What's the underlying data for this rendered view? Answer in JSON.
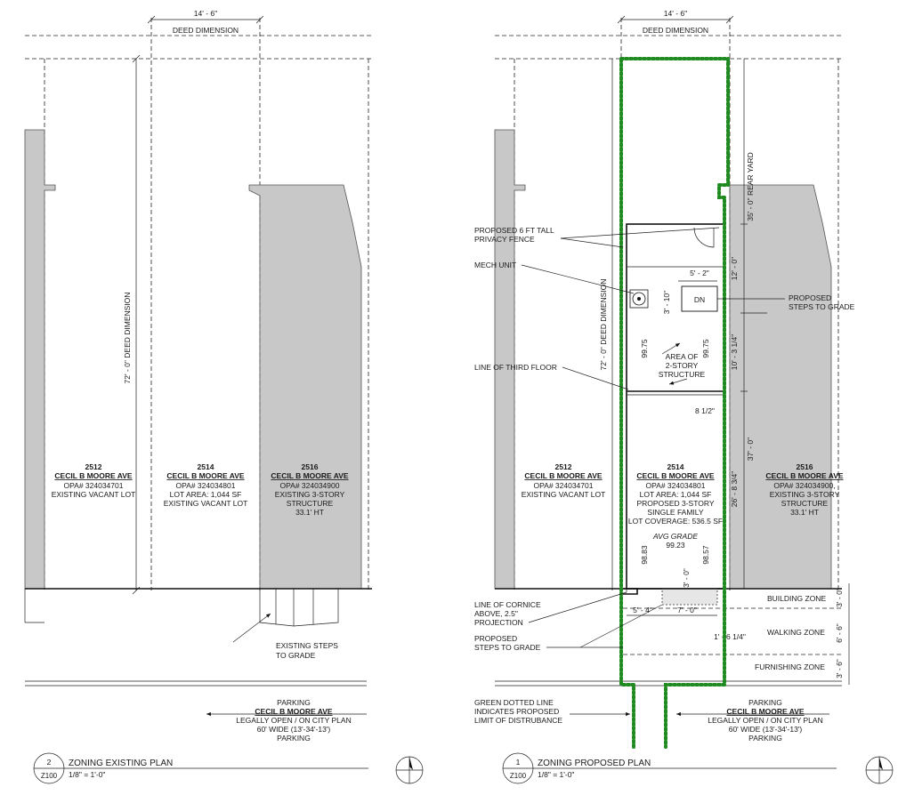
{
  "existing_plan": {
    "deed_width": "14' - 6\"",
    "deed_dimension_label": "DEED DIMENSION",
    "deed_depth": "72' - 0\" DEED DIMENSION",
    "lot_2512": {
      "number": "2512",
      "street": "CECIL B MOORE AVE",
      "opa": "OPA# 324034701",
      "status": "EXISTING VACANT LOT"
    },
    "lot_2514": {
      "number": "2514",
      "street": "CECIL B MOORE AVE",
      "opa": "OPA# 324034801",
      "area": "LOT AREA: 1,044 SF",
      "status": "EXISTING VACANT LOT"
    },
    "lot_2516": {
      "number": "2516",
      "street": "CECIL B MOORE AVE",
      "opa": "OPA# 324034900",
      "status1": "EXISTING 3-STORY",
      "status2": "STRUCTURE",
      "height": "33.1' HT"
    },
    "steps_note1": "EXISTING STEPS",
    "steps_note2": "TO GRADE",
    "street": {
      "line1": "PARKING",
      "name": "CECIL B MOORE AVE",
      "line3": "LEGALLY OPEN / ON CITY PLAN",
      "line4": "60' WIDE (13'-34'-13')",
      "line5": "PARKING"
    },
    "title_number": "2",
    "sheet": "Z100",
    "title": "ZONING EXISTING PLAN",
    "scale": "1/8\" = 1'-0\""
  },
  "proposed_plan": {
    "deed_width": "14' - 6\"",
    "deed_dimension_label": "DEED DIMENSION",
    "deed_depth": "72' - 0\" DEED DIMENSION",
    "notes": {
      "fence1": "PROPOSED 6 FT TALL",
      "fence2": "PRIVACY FENCE",
      "mech": "MECH UNIT",
      "third_floor": "LINE OF THIRD FLOOR",
      "cornice1": "LINE OF CORNICE",
      "cornice2": "ABOVE, 2.5\"",
      "cornice3": "PROJECTION",
      "steps1": "PROPOSED",
      "steps2": "STEPS TO GRADE",
      "green1": "GREEN DOTTED LINE",
      "green2": "INDICATES PROPOSED",
      "green3": "LIMIT OF DISTRUBANCE",
      "prop_steps1": "PROPOSED",
      "prop_steps2": "STEPS TO GRADE",
      "area1": "AREA OF",
      "area2": "2-STORY",
      "area3": "STRUCTURE",
      "dn": "DN",
      "avg_grade": "AVG GRADE",
      "avg_grade_value": "99.23"
    },
    "dims": {
      "rear_yard": "35' - 0\" REAR YARD",
      "d12": "12' - 0\"",
      "d10": "10' - 3 1/4\"",
      "d37": "37' - 0\"",
      "d26": "26' - 8 3/4\"",
      "d5_2": "5' - 2\"",
      "d3_10": "3' - 10\"",
      "d8_half": "8 1/2\"",
      "d3_0": "3' - 0\"",
      "d5_4": "5' - 4\"",
      "d7_0": "7' - 0\"",
      "d1_6": "1' - 6 1/4\"",
      "z3_0": "3' - 0\"",
      "z6_6": "6' - 6\"",
      "z3_6": "3' - 6\"",
      "el1": "99.75",
      "el2": "99.75",
      "el3": "98.83",
      "el4": "98.57"
    },
    "zones": {
      "building": "BUILDING ZONE",
      "walking": "WALKING ZONE",
      "furnishing": "FURNISHING ZONE"
    },
    "lot_2512": {
      "number": "2512",
      "street": "CECIL B MOORE AVE",
      "opa": "OPA# 324034701",
      "status": "EXISTING VACANT LOT"
    },
    "lot_2514": {
      "number": "2514",
      "street": "CECIL B MOORE AVE",
      "opa": "OPA# 324034801",
      "area": "LOT AREA: 1,044 SF",
      "status1": "PROPOSED 3-STORY",
      "status2": "SINGLE FAMILY",
      "coverage": "LOT COVERAGE: 536.5 SF"
    },
    "lot_2516": {
      "number": "2516",
      "street": "CECIL B MOORE AVE",
      "opa": "OPA# 324034900,",
      "status1": "EXISTING 3-STORY",
      "status2": "STRUCTURE",
      "height": "33.1' HT"
    },
    "street": {
      "line1": "PARKING",
      "name": "CECIL B MOORE AVE",
      "line3": "LEGALLY OPEN / ON CITY PLAN",
      "line4": "60' WIDE (13'-34'-13')",
      "line5": "PARKING"
    },
    "title_number": "1",
    "sheet": "Z100",
    "title": "ZONING PROPOSED PLAN",
    "scale": "1/8\" = 1'-0\""
  }
}
